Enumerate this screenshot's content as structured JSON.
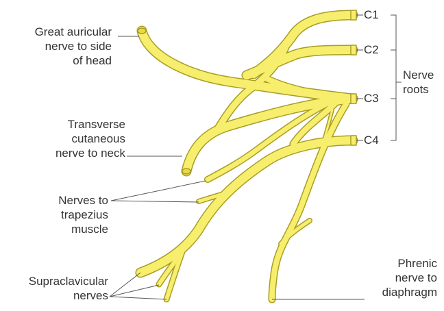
{
  "colors": {
    "nerve_fill": "#f7ee6e",
    "nerve_outline": "#a89d22",
    "leader_line": "#555555",
    "text": "#333333",
    "background": "#ffffff"
  },
  "roots": {
    "c1": "C1",
    "c2": "C2",
    "c3": "C3",
    "c4": "C4"
  },
  "labels": {
    "great_auricular": [
      "Great auricular",
      "nerve to side",
      "of head"
    ],
    "transverse_cutaneous": [
      "Transverse",
      "cutaneous",
      "nerve to neck"
    ],
    "trapezius": [
      "Nerves to",
      "trapezius",
      "muscle"
    ],
    "supraclavicular": [
      "Supraclavicular",
      "nerves"
    ],
    "phrenic": [
      "Phrenic",
      "nerve to",
      "diaphragm"
    ],
    "nerve_roots": [
      "Nerve",
      "roots"
    ]
  }
}
